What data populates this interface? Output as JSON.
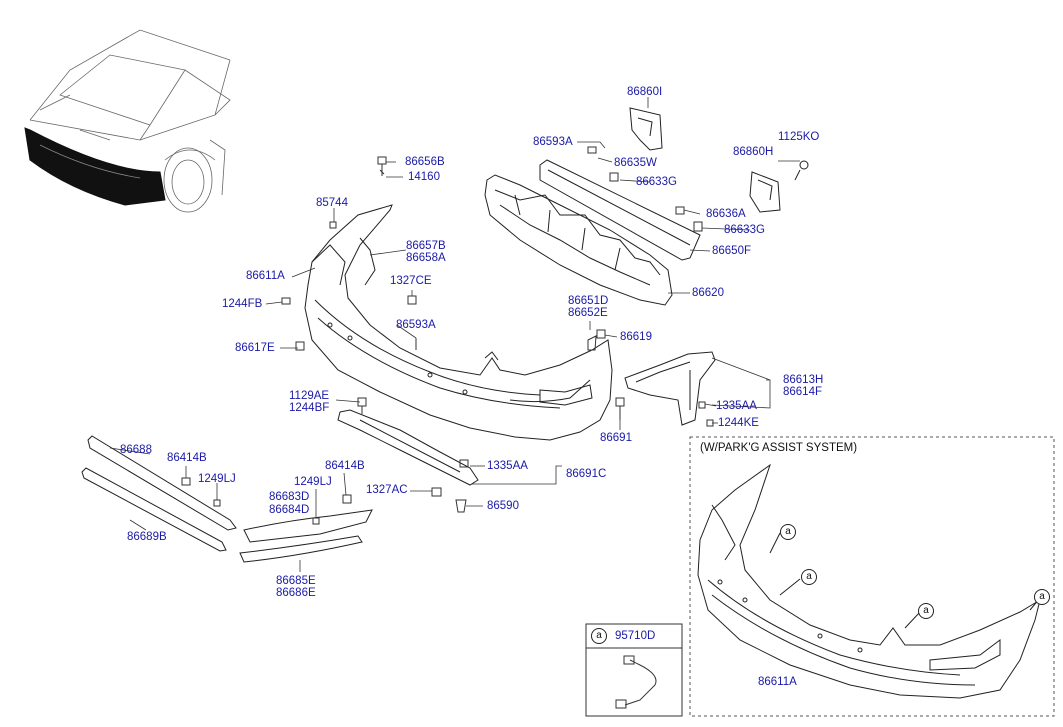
{
  "section": {
    "title": "(W/PARK'G ASSIST SYSTEM)",
    "callout": "a"
  },
  "legend": {
    "callout": "a",
    "part": "95710D"
  },
  "parts": {
    "p86860I": "86860I",
    "p86593A_top": "86593A",
    "p86635W": "86635W",
    "p86633G_1": "86633G",
    "p1125KO": "1125KO",
    "p86860H": "86860H",
    "p86656B": "86656B",
    "p14160": "14160",
    "p85744": "85744",
    "p86636A": "86636A",
    "p86633G_2": "86633G",
    "p86657B": "86657B",
    "p86658A": "86658A",
    "p86650F": "86650F",
    "p86611A": "86611A",
    "p1327CE": "1327CE",
    "p86620": "86620",
    "p1244FB": "1244FB",
    "p86651D": "86651D",
    "p86652E": "86652E",
    "p86593A_mid": "86593A",
    "p86619": "86619",
    "p86617E": "86617E",
    "p86613H": "86613H",
    "p86614F": "86614F",
    "p1129AE": "1129AE",
    "p1244BF": "1244BF",
    "p1335AA_r": "1335AA",
    "p1244KE": "1244KE",
    "p86691": "86691",
    "p86688": "86688",
    "p86414B_1": "86414B",
    "p1335AA_m": "1335AA",
    "p86691C": "86691C",
    "p86414B_2": "86414B",
    "p1249LJ_1": "1249LJ",
    "p1249LJ_2": "1249LJ",
    "p1327AC": "1327AC",
    "p86683D": "86683D",
    "p86684D": "86684D",
    "p86590": "86590",
    "p86689B": "86689B",
    "p86685E": "86685E",
    "p86686E": "86686E",
    "p86611A_inset": "86611A"
  }
}
